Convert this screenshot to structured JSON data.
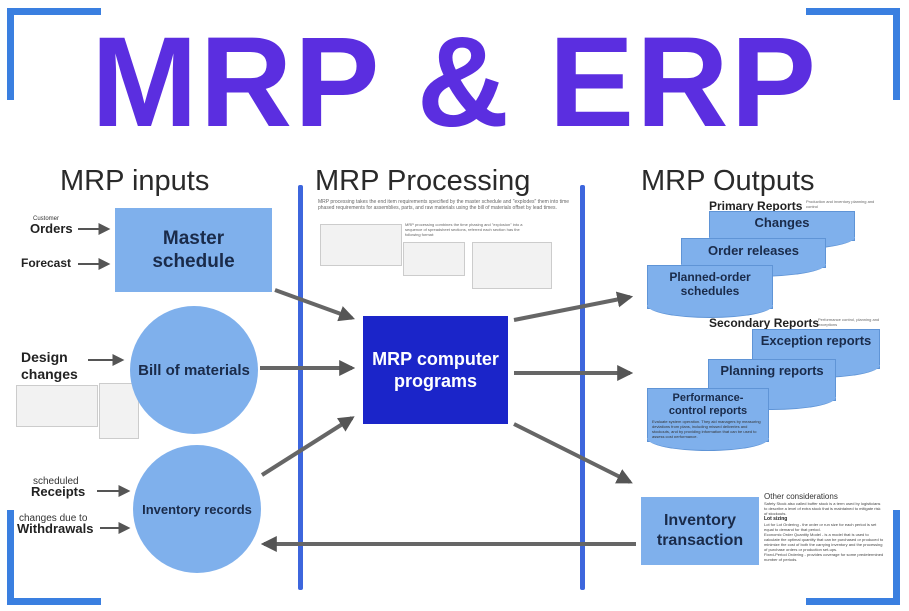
{
  "title": "MRP & ERP",
  "sections": {
    "inputs": "MRP inputs",
    "processing": "MRP Processing",
    "outputs": "MRP Outputs"
  },
  "inputs": {
    "customer_label": "Customer",
    "orders": "Orders",
    "forecast": "Forecast",
    "master_schedule": "Master schedule",
    "design_changes": "Design changes",
    "bill_of_materials": "Bill of materials",
    "scheduled_label": "scheduled",
    "receipts": "Receipts",
    "changes_due_to": "changes due to",
    "withdrawals": "Withdrawals",
    "inventory_records": "Inventory records"
  },
  "processing": {
    "description": "MRP processing takes the end item requirements specified by the master schedule and \"explodes\" them into time phased requirements for assemblies, parts, and raw materials using the bill of materials offset by lead times.",
    "note": "MRP processing combines the time phasing and \"explosion\" into a sequence of spreadsheet sections, referred each section has the following format:",
    "computer_programs": "MRP computer programs"
  },
  "outputs": {
    "primary_reports": "Primary Reports",
    "primary_note": "Production and inventory planning and control",
    "changes": "Changes",
    "order_releases": "Order releases",
    "planned_order_schedules": "Planned-order schedules",
    "secondary_reports": "Secondary Reports",
    "secondary_note": "Performance control, planning and exceptions",
    "exception_reports": "Exception reports",
    "planning_reports": "Planning reports",
    "performance_control_reports": "Performance-control reports",
    "performance_note": "Evaluate system operation. They aid managers by measuring deviations from plans, including missed deliveries and stockouts, and by providing information that can be used to assess cost performance.",
    "inventory_transaction": "Inventory transaction",
    "other_considerations": "Other considerations",
    "other_lines": [
      "Safety Stock also called buffer stock is a term used by logisticians to describe a level of extra stock that is maintained to mitigate risk of stockouts.",
      "Lot sizing",
      "Lot for Lot Ordering - the order or run size for each period is set equal to demand for that period.",
      "Economic Order Quantity Model - is a model that is used to calculate the optimal quantity that can be purchased or produced to minimize the cost of both the carrying inventory and the processing of purchase orders or production set-ups.",
      "Fixed-Period Ordering - provides coverage for some predetermined number of periods."
    ]
  },
  "colors": {
    "title": "#5b2ee0",
    "node": "#7fb0ec",
    "program": "#1b25c9",
    "divider": "#3d66dd",
    "corner": "#3a7fe0"
  }
}
